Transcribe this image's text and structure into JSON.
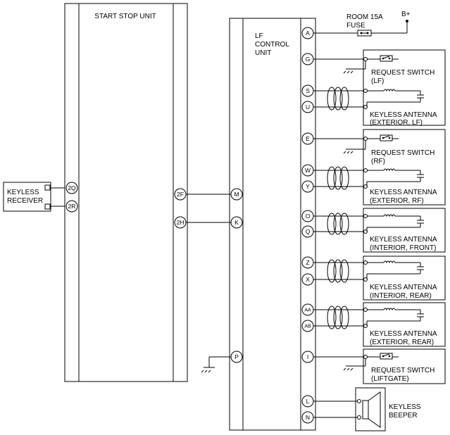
{
  "start_stop_unit": {
    "title": "START STOP UNIT",
    "pins": [
      "2Q",
      "2R",
      "2F",
      "2H"
    ]
  },
  "lf_control_unit": {
    "title_lines": [
      "LF",
      "CONTROL",
      "UNIT"
    ],
    "pins": [
      "A",
      "G",
      "S",
      "U",
      "E",
      "W",
      "Y",
      "O",
      "Q",
      "Z",
      "X",
      "AA",
      "AB",
      "I",
      "L",
      "N",
      "M",
      "K",
      "P"
    ]
  },
  "keyless_receiver": {
    "lines": [
      "KEYLESS",
      "RECEIVER"
    ]
  },
  "fuse": {
    "lines": [
      "ROOM 15A",
      "FUSE"
    ]
  },
  "power": {
    "label": "B+"
  },
  "components": [
    {
      "id": "req-lf",
      "lines": [
        "REQUEST SWITCH",
        "(LF)"
      ]
    },
    {
      "id": "ant-ext-lf",
      "lines": [
        "KEYLESS ANTENNA",
        "(EXTERIOR, LF)"
      ]
    },
    {
      "id": "req-rf",
      "lines": [
        "REQUEST SWITCH",
        "(RF)"
      ]
    },
    {
      "id": "ant-ext-rf",
      "lines": [
        "KEYLESS ANTENNA",
        "(EXTERIOR, RF)"
      ]
    },
    {
      "id": "ant-int-front",
      "lines": [
        "KEYLESS ANTENNA",
        "(INTERIOR, FRONT)"
      ]
    },
    {
      "id": "ant-int-rear",
      "lines": [
        "KEYLESS ANTENNA",
        "(INTERIOR, REAR)"
      ]
    },
    {
      "id": "ant-ext-rear",
      "lines": [
        "KEYLESS ANTENNA",
        "(EXTERIOR, REAR)"
      ]
    },
    {
      "id": "req-liftgate",
      "lines": [
        "REQUEST SWITCH",
        "(LIFTGATE)"
      ]
    }
  ],
  "beeper": {
    "lines": [
      "KEYLESS",
      "BEEPER"
    ]
  }
}
